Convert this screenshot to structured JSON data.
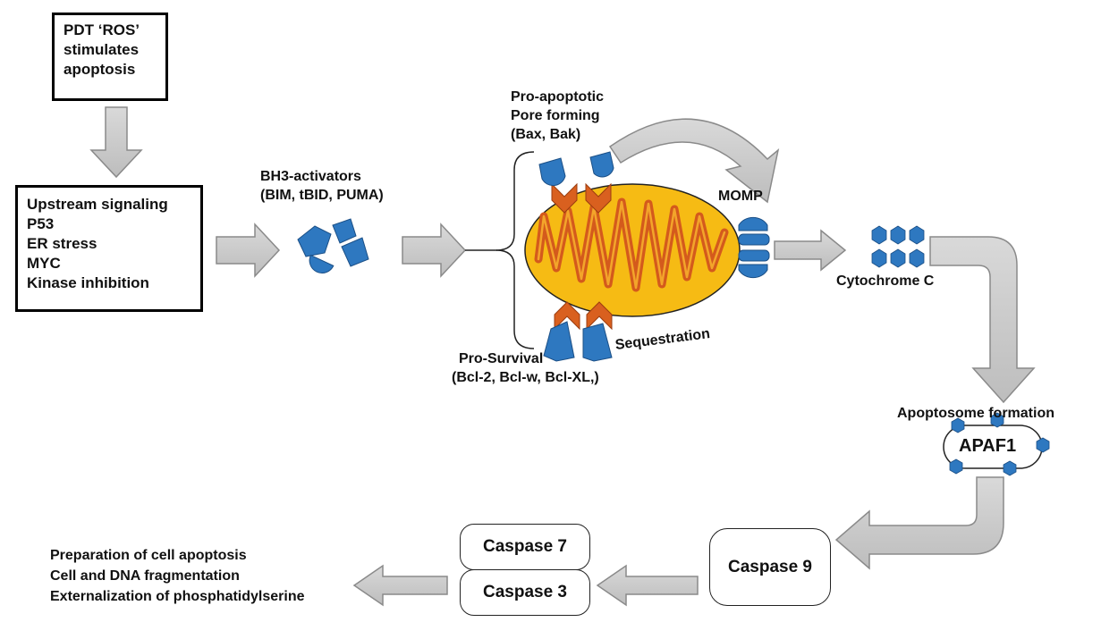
{
  "stimulus_box": {
    "lines": [
      "PDT ‘ROS’",
      "stimulates",
      "apoptosis"
    ]
  },
  "upstream_box": {
    "lines": [
      "Upstream signaling",
      "P53",
      "ER stress",
      "MYC",
      "Kinase inhibition"
    ]
  },
  "bh3": {
    "lines": [
      "BH3-activators",
      "(BIM, tBID, PUMA)"
    ]
  },
  "pro_apoptotic": {
    "lines": [
      "Pro-apoptotic",
      "Pore forming",
      "(Bax, Bak)"
    ]
  },
  "momp": "MOMP",
  "cytochrome": "Cytochrome C",
  "sequestration": "Sequestration",
  "pro_survival": {
    "lines": [
      "Pro-Survival",
      "(Bcl-2, Bcl-w, Bcl-XL,)"
    ]
  },
  "apoptosome": {
    "title": "Apoptosome formation",
    "label": "APAF1"
  },
  "caspase9": "Caspase 9",
  "caspase7": "Caspase 7",
  "caspase3": "Caspase 3",
  "outcomes": {
    "lines": [
      "Preparation of cell apoptosis",
      "Cell and DNA fragmentation",
      "Externalization of phosphatidylserine"
    ]
  },
  "colors": {
    "arrow_fill": "#c8c8c8",
    "arrow_stroke": "#8a8a8a",
    "protein_blue": "#2e78c0",
    "mito_fill": "#f6bb14",
    "mito_cristae": "#d45a1c",
    "chevron": "#d9601f"
  }
}
